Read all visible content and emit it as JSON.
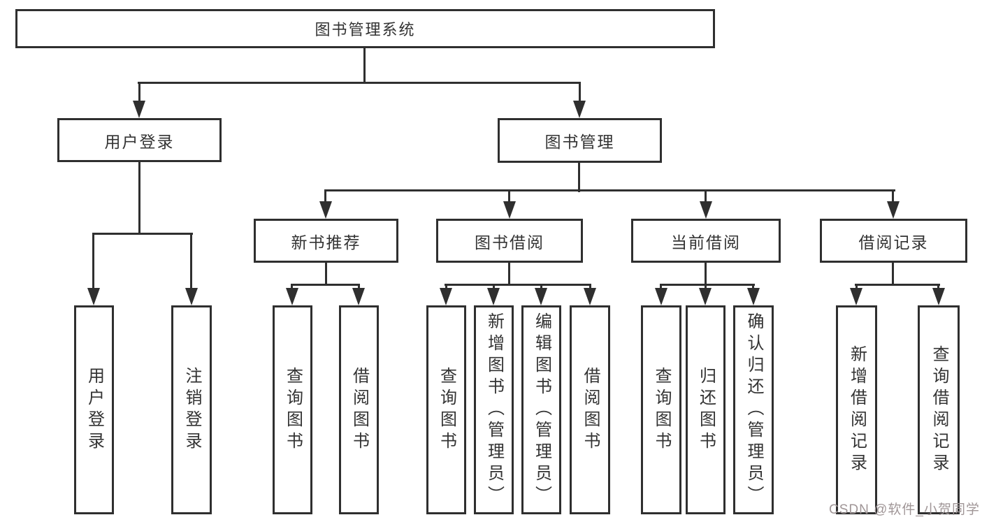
{
  "diagram": {
    "title": "图书管理系统",
    "nodes": {
      "root": "图书管理系统",
      "userLoginBranch": "用户登录",
      "bookManagement": "图书管理",
      "newBookRecommend": "新书推荐",
      "bookBorrowing": "图书借阅",
      "currentBorrowing": "当前借阅",
      "borrowRecords": "借阅记录",
      "userLogin": "用户登录",
      "logoutLogin": "注销登录",
      "nbQueryBooks": "查询图书",
      "nbBorrowBooks": "借阅图书",
      "bbQueryBooks": "查询图书",
      "bbAddBooks": "新增图书（管理员）",
      "bbEditBooks": "编辑图书（管理员）",
      "bbBorrowBooks": "借阅图书",
      "cbQueryBooks": "查询图书",
      "cbReturnBooks": "归还图书",
      "cbConfirmReturn": "确认归还（管理员）",
      "brAddRecord": "新增借阅记录",
      "brQueryRecord": "查询借阅记录"
    },
    "watermark": "CSDN @软件_小贺同学",
    "colors": {
      "line": "#2f2f2f",
      "text": "#333333",
      "background": "#ffffff",
      "watermark": "#a09697"
    }
  }
}
